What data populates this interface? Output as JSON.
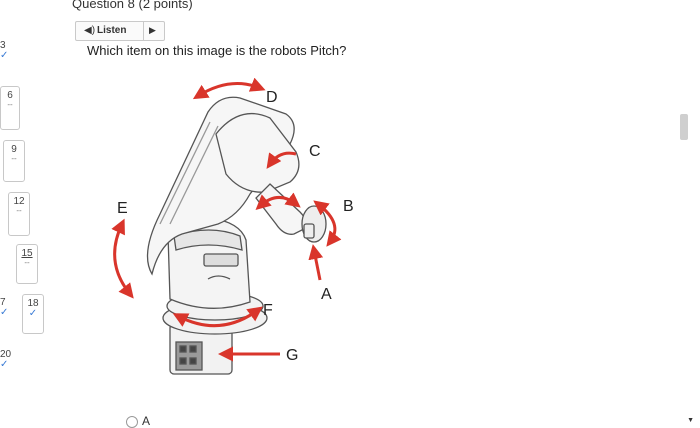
{
  "header": {
    "title": "Question 8 (2 points)"
  },
  "listen": {
    "label": "Listen"
  },
  "question": {
    "text": "Which item on this image is the robots Pitch?"
  },
  "figure": {
    "labels": [
      "D",
      "C",
      "B",
      "E",
      "A",
      "F",
      "G"
    ],
    "arrow_color": "#d9352b"
  },
  "options": [
    {
      "label": "A"
    }
  ],
  "nav": {
    "edge_top": "3",
    "edge_mid": "7",
    "edge_bottom": "20",
    "tiles": [
      {
        "num": "6",
        "mark": "--"
      },
      {
        "num": "9",
        "mark": "--"
      },
      {
        "num": "12",
        "mark": "--"
      },
      {
        "num": "15",
        "mark": "--"
      },
      {
        "num": "18",
        "mark": "✓"
      }
    ]
  }
}
